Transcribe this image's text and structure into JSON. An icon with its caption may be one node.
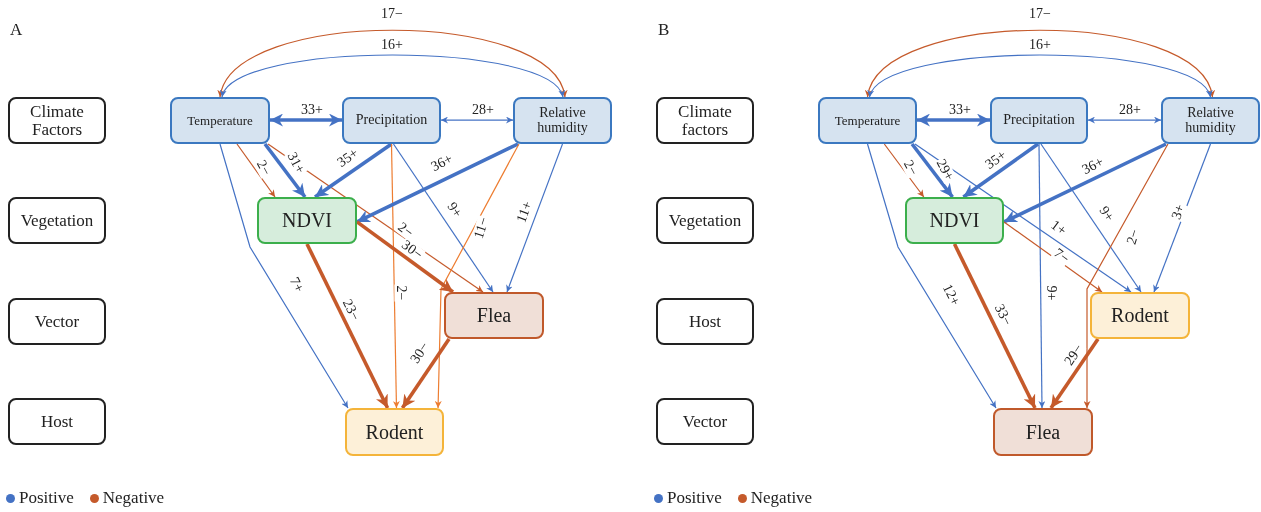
{
  "diagram": {
    "nodes": [
      {
        "text": [
          "Climate Factors"
        ]
      },
      {
        "text": [
          "Vegetation"
        ]
      },
      {
        "text": [
          "Vector"
        ]
      },
      {
        "text": [
          "Host"
        ]
      },
      {
        "text": [
          "Temperature"
        ]
      },
      {
        "text": [
          "Precipitation"
        ]
      },
      {
        "text": [
          "Relative humidity"
        ]
      },
      {
        "text": [
          "NDVI"
        ]
      },
      {
        "text": [
          "Flea"
        ]
      },
      {
        "text": [
          "Rodent"
        ]
      },
      {
        "text": [
          "Climate factors"
        ]
      },
      {
        "text": [
          "Vegetation"
        ]
      },
      {
        "text": [
          "Host"
        ]
      },
      {
        "text": [
          "Vector"
        ]
      },
      {
        "text": [
          "Temperature"
        ]
      },
      {
        "text": [
          "Precipitation"
        ]
      },
      {
        "text": [
          "Relative humidity"
        ]
      },
      {
        "text": [
          "NDVI"
        ]
      },
      {
        "text": [
          "Rodent"
        ]
      },
      {
        "text": [
          "Flea"
        ]
      }
    ],
    "edges": [
      {
        "from": 4,
        "to": 6,
        "arrow": "both",
        "label": "17−",
        "color": "#c55a2b"
      },
      {
        "from": 4,
        "to": 6,
        "arrow": "both",
        "label": "16+"
      },
      {
        "from": 4,
        "to": 5,
        "arrow": "both",
        "label": "33+",
        "style": "thick"
      },
      {
        "from": 5,
        "to": 6,
        "arrow": "both",
        "label": "28+"
      },
      {
        "from": 4,
        "to": 7,
        "arrow": "to",
        "label": "2−",
        "color": "#c55a2b"
      },
      {
        "from": 4,
        "to": 7,
        "arrow": "to",
        "label": "31+",
        "style": "thick"
      },
      {
        "from": 4,
        "to": 9,
        "arrow": "to",
        "label": "7+"
      },
      {
        "from": 4,
        "to": 8,
        "arrow": "to",
        "label": "2−",
        "color": "#c55a2b"
      },
      {
        "from": 5,
        "to": 7,
        "arrow": "to",
        "label": "35+",
        "style": "thick"
      },
      {
        "from": 5,
        "to": 8,
        "arrow": "to",
        "label": "9+"
      },
      {
        "from": 5,
        "to": 9,
        "arrow": "to",
        "label": "2−",
        "color": "#ed7d31"
      },
      {
        "from": 6,
        "to": 7,
        "arrow": "to",
        "label": "36+",
        "style": "thick"
      },
      {
        "from": 6,
        "to": 9,
        "arrow": "to",
        "label": "11−",
        "color": "#ed7d31"
      },
      {
        "from": 6,
        "to": 8,
        "arrow": "to",
        "label": "11+"
      },
      {
        "from": 7,
        "to": 8,
        "arrow": "to",
        "label": "30−",
        "style": "thick",
        "color": "#c55a2b"
      },
      {
        "from": 7,
        "to": 9,
        "arrow": "to",
        "label": "23−",
        "style": "thick",
        "color": "#c55a2b"
      },
      {
        "from": 8,
        "to": 9,
        "arrow": "to",
        "label": "30−",
        "style": "thick",
        "color": "#c55a2b"
      },
      {
        "from": 14,
        "to": 16,
        "arrow": "both",
        "label": "17−",
        "color": "#c55a2b"
      },
      {
        "from": 14,
        "to": 16,
        "arrow": "both",
        "label": "16+"
      },
      {
        "from": 14,
        "to": 15,
        "arrow": "both",
        "label": "33+",
        "style": "thick"
      },
      {
        "from": 15,
        "to": 16,
        "arrow": "both",
        "label": "28+"
      },
      {
        "from": 14,
        "to": 17,
        "arrow": "to",
        "label": "2−",
        "color": "#c55a2b"
      },
      {
        "from": 14,
        "to": 17,
        "arrow": "to",
        "label": "29+",
        "style": "thick"
      },
      {
        "from": 14,
        "to": 19,
        "arrow": "to",
        "label": "12+"
      },
      {
        "from": 14,
        "to": 18,
        "arrow": "to",
        "label": "1+"
      },
      {
        "from": 15,
        "to": 17,
        "arrow": "to",
        "label": "35+",
        "style": "thick"
      },
      {
        "from": 15,
        "to": 19,
        "arrow": "to",
        "label": "9+"
      },
      {
        "from": 15,
        "to": 18,
        "arrow": "to",
        "label": "9+"
      },
      {
        "from": 16,
        "to": 17,
        "arrow": "to",
        "label": "36+",
        "style": "thick"
      },
      {
        "from": 16,
        "to": 19,
        "arrow": "to",
        "label": "2−",
        "color": "#c55a2b"
      },
      {
        "from": 16,
        "to": 18,
        "arrow": "to",
        "label": "3+"
      },
      {
        "from": 17,
        "to": 18,
        "arrow": "to",
        "label": "7−",
        "color": "#c55a2b"
      },
      {
        "from": 17,
        "to": 19,
        "arrow": "to",
        "label": "33−",
        "style": "thick",
        "color": "#c55a2b"
      },
      {
        "from": 18,
        "to": 19,
        "arrow": "to",
        "label": "29−",
        "style": "thick",
        "color": "#c55a2b"
      }
    ],
    "labels": [
      "A",
      "B"
    ],
    "legend": [
      {
        "text": "Positive",
        "color": "#4472c4"
      },
      {
        "text": "Negative",
        "color": "#c55a2b"
      },
      {
        "text": "Positive",
        "color": "#4472c4"
      },
      {
        "text": "Negative",
        "color": "#c55a2b"
      }
    ]
  }
}
